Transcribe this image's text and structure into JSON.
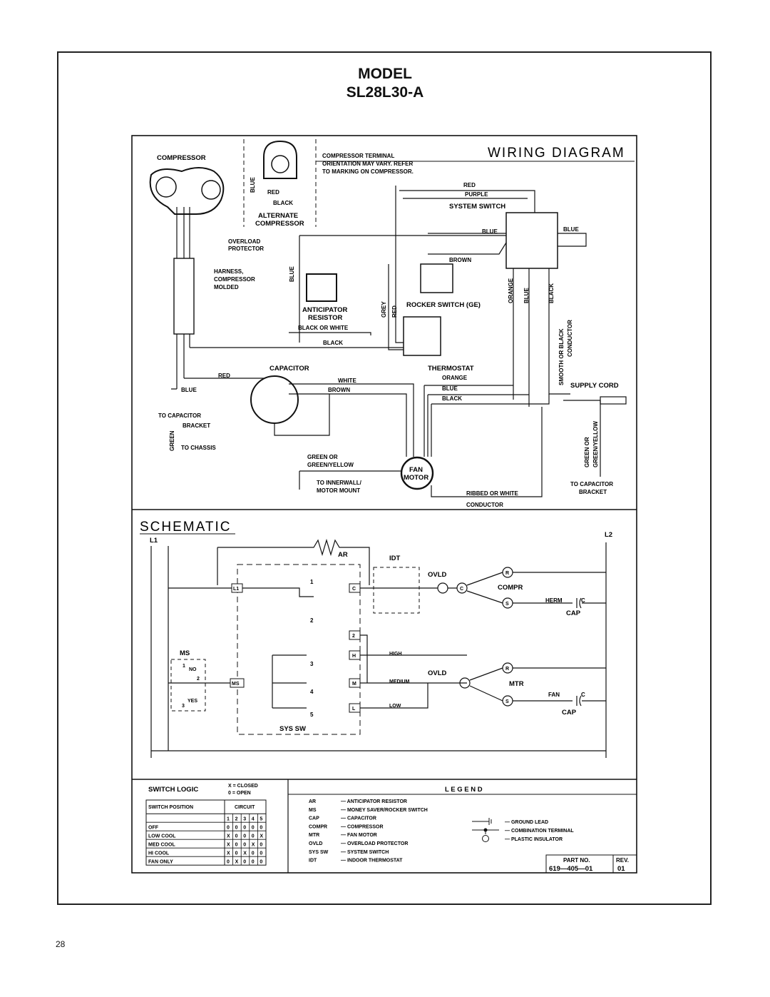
{
  "header": {
    "model_label": "MODEL",
    "model_number": "SL28L30-A"
  },
  "page_number": "28",
  "wiring_diagram": {
    "title": "WIRING DIAGRAM",
    "compressor": "COMPRESSOR",
    "terminal_note": [
      "COMPRESSOR TERMINAL",
      "ORIENTATION MAY VARY. REFER",
      "TO MARKING ON COMPRESSOR."
    ],
    "alternate_compressor": [
      "ALTERNATE",
      "COMPRESSOR"
    ],
    "overload_protector": [
      "OVERLOAD",
      "PROTECTOR"
    ],
    "harness": [
      "HARNESS,",
      "COMPRESSOR",
      "MOLDED"
    ],
    "anticipator_resistor": [
      "ANTICIPATOR",
      "RESISTOR"
    ],
    "rocker_switch": "ROCKER SWITCH (GE)",
    "system_switch": "SYSTEM SWITCH",
    "thermostat": "THERMOSTAT",
    "capacitor": "CAPACITOR",
    "supply_cord": "SUPPLY CORD",
    "fan_motor": [
      "FAN",
      "MOTOR"
    ],
    "to_capacitor_bracket": [
      "TO CAPACITOR",
      "BRACKET"
    ],
    "to_chassis": "TO CHASSIS",
    "green_or_yellow": [
      "GREEN OR",
      "GREEN/YELLOW"
    ],
    "innerwall": [
      "TO INNERWALL/",
      "MOTOR MOUNT"
    ],
    "ribbed_conductor": [
      "RIBBED OR WHITE",
      "CONDUCTOR"
    ],
    "to_cap_bracket_right": [
      "TO CAPACITOR",
      "BRACKET"
    ],
    "smooth_conductor": [
      "SMOOTH OR BLACK",
      "CONDUCTOR"
    ],
    "wire_colors": {
      "red": "RED",
      "purple": "PURPLE",
      "blue": "BLUE",
      "black": "BLACK",
      "brown": "BROWN",
      "orange": "ORANGE",
      "grey": "GREY",
      "white": "WHITE",
      "green": "GREEN",
      "black_or_white": "BLACK OR WHITE",
      "green_or_green_yellow": "GREEN OR GREEN/YELLOW"
    }
  },
  "schematic": {
    "title": "SCHEMATIC",
    "l1": "L1",
    "l2": "L2",
    "ar": "AR",
    "idt": "IDT",
    "ovld": "OVLD",
    "compr": "COMPR",
    "mtr": "MTR",
    "herm": "HERM",
    "fan": "FAN",
    "cap": "CAP",
    "c": "C",
    "r": "R",
    "s": "S",
    "ms": "MS",
    "no": "NO",
    "yes": "YES",
    "sys_sw": "SYS SW",
    "high": "HIGH",
    "medium": "MEDIUM",
    "low": "LOW",
    "terminals": {
      "l1": "L1",
      "c": "C",
      "two": "2",
      "h": "H",
      "ms": "MS",
      "m": "M",
      "l": "L"
    },
    "numbers": [
      "1",
      "2",
      "3",
      "4",
      "5"
    ]
  },
  "switch_logic": {
    "title": "SWITCH LOGIC",
    "key": [
      "X = CLOSED",
      "0 = OPEN"
    ],
    "col_position": "SWITCH POSITION",
    "col_circuit": "CIRCUIT",
    "circuit_numbers": [
      "1",
      "2",
      "3",
      "4",
      "5"
    ],
    "rows": [
      {
        "position": "OFF",
        "values": [
          "0",
          "0",
          "0",
          "0",
          "0"
        ]
      },
      {
        "position": "LOW COOL",
        "values": [
          "X",
          "0",
          "0",
          "0",
          "X"
        ]
      },
      {
        "position": "MED COOL",
        "values": [
          "X",
          "0",
          "0",
          "X",
          "0"
        ]
      },
      {
        "position": "HI COOL",
        "values": [
          "X",
          "0",
          "X",
          "0",
          "0"
        ]
      },
      {
        "position": "FAN ONLY",
        "values": [
          "0",
          "X",
          "0",
          "0",
          "0"
        ]
      }
    ]
  },
  "legend": {
    "title": "L E G E N D",
    "items": [
      {
        "abbr": "AR",
        "desc": "— ANTICIPATOR RESISTOR"
      },
      {
        "abbr": "MS",
        "desc": "— MONEY SAVER/ROCKER SWITCH"
      },
      {
        "abbr": "CAP",
        "desc": "— CAPACITOR"
      },
      {
        "abbr": "COMPR",
        "desc": "— COMPRESSOR"
      },
      {
        "abbr": "MTR",
        "desc": "— FAN MOTOR"
      },
      {
        "abbr": "OVLD",
        "desc": "— OVERLOAD PROTECTOR"
      },
      {
        "abbr": "SYS SW",
        "desc": "— SYSTEM SWITCH"
      },
      {
        "abbr": "IDT",
        "desc": "— INDOOR THERMOSTAT"
      }
    ],
    "symbols": [
      {
        "name": "ground-lead",
        "desc": "— GROUND LEAD"
      },
      {
        "name": "combination-terminal",
        "desc": "— COMBINATION TERMINAL"
      },
      {
        "name": "plastic-insulator",
        "desc": "— PLASTIC INSULATOR"
      }
    ],
    "part_no_label": "PART NO.",
    "part_no": "619—405—01",
    "rev_label": "REV.",
    "rev": "01"
  }
}
